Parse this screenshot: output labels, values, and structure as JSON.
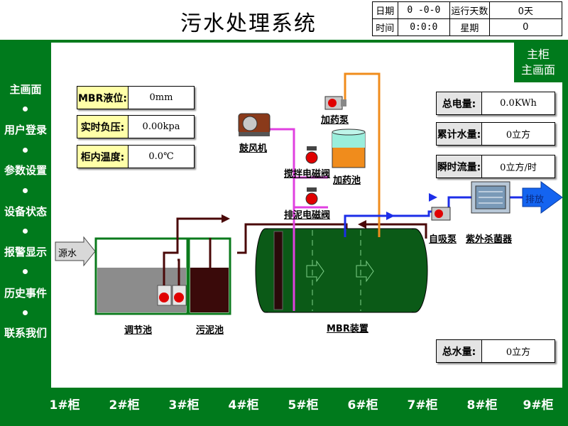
{
  "header": {
    "title": "污水处理系统",
    "date_label": "日期",
    "date_value": "0 -0-0",
    "time_label": "时间",
    "time_value": "0:0:0",
    "run_days_label": "运行天数",
    "run_days_value": "0天",
    "weekday_label": "星期",
    "weekday_value": "0"
  },
  "sidebar": {
    "items": [
      {
        "label": "主画面"
      },
      {
        "label": "用户登录"
      },
      {
        "label": "参数设置"
      },
      {
        "label": "设备状态"
      },
      {
        "label": "报警显示"
      },
      {
        "label": "历史事件"
      },
      {
        "label": "联系我们"
      }
    ]
  },
  "main_cabinet": {
    "line1": "主柜",
    "line2": "主画面"
  },
  "left_readouts": [
    {
      "label": "MBR液位:",
      "value": "0mm"
    },
    {
      "label": "实时负压:",
      "value": "0.00kpa"
    },
    {
      "label": "柜内温度:",
      "value": "0.0℃"
    }
  ],
  "right_readouts": [
    {
      "label": "总电量:",
      "value": "0.0KWh"
    },
    {
      "label": "累计水量:",
      "value": "0立方"
    },
    {
      "label": "瞬时流量:",
      "value": "0立方/时"
    }
  ],
  "total_water": {
    "label": "总水量:",
    "value": "0立方"
  },
  "diagram": {
    "source_water": "源水",
    "discharge": "排放",
    "blower": "鼓风机",
    "dosing_pump": "加药泵",
    "dosing_tank": "加药池",
    "stir_valve": "搅拌电磁阀",
    "sludge_valve": "排泥电磁阀",
    "adjust_tank": "调节池",
    "sludge_tank": "污泥池",
    "mbr_device": "MBR装置",
    "self_priming_pump": "自吸泵",
    "uv_sterilizer": "紫外杀菌器"
  },
  "cabinets": [
    "1#柜",
    "2#柜",
    "3#柜",
    "4#柜",
    "5#柜",
    "6#柜",
    "7#柜",
    "8#柜",
    "9#柜"
  ],
  "colors": {
    "frame_green": "#007a1c",
    "tank_green": "#0b5a17",
    "air_pipe": "#e040e0",
    "dosing_pipe": "#f08c1c",
    "sludge_pipe": "#4a0808",
    "clean_pipe": "#1c2ee8",
    "outlet_arrow": "#1464f0"
  }
}
